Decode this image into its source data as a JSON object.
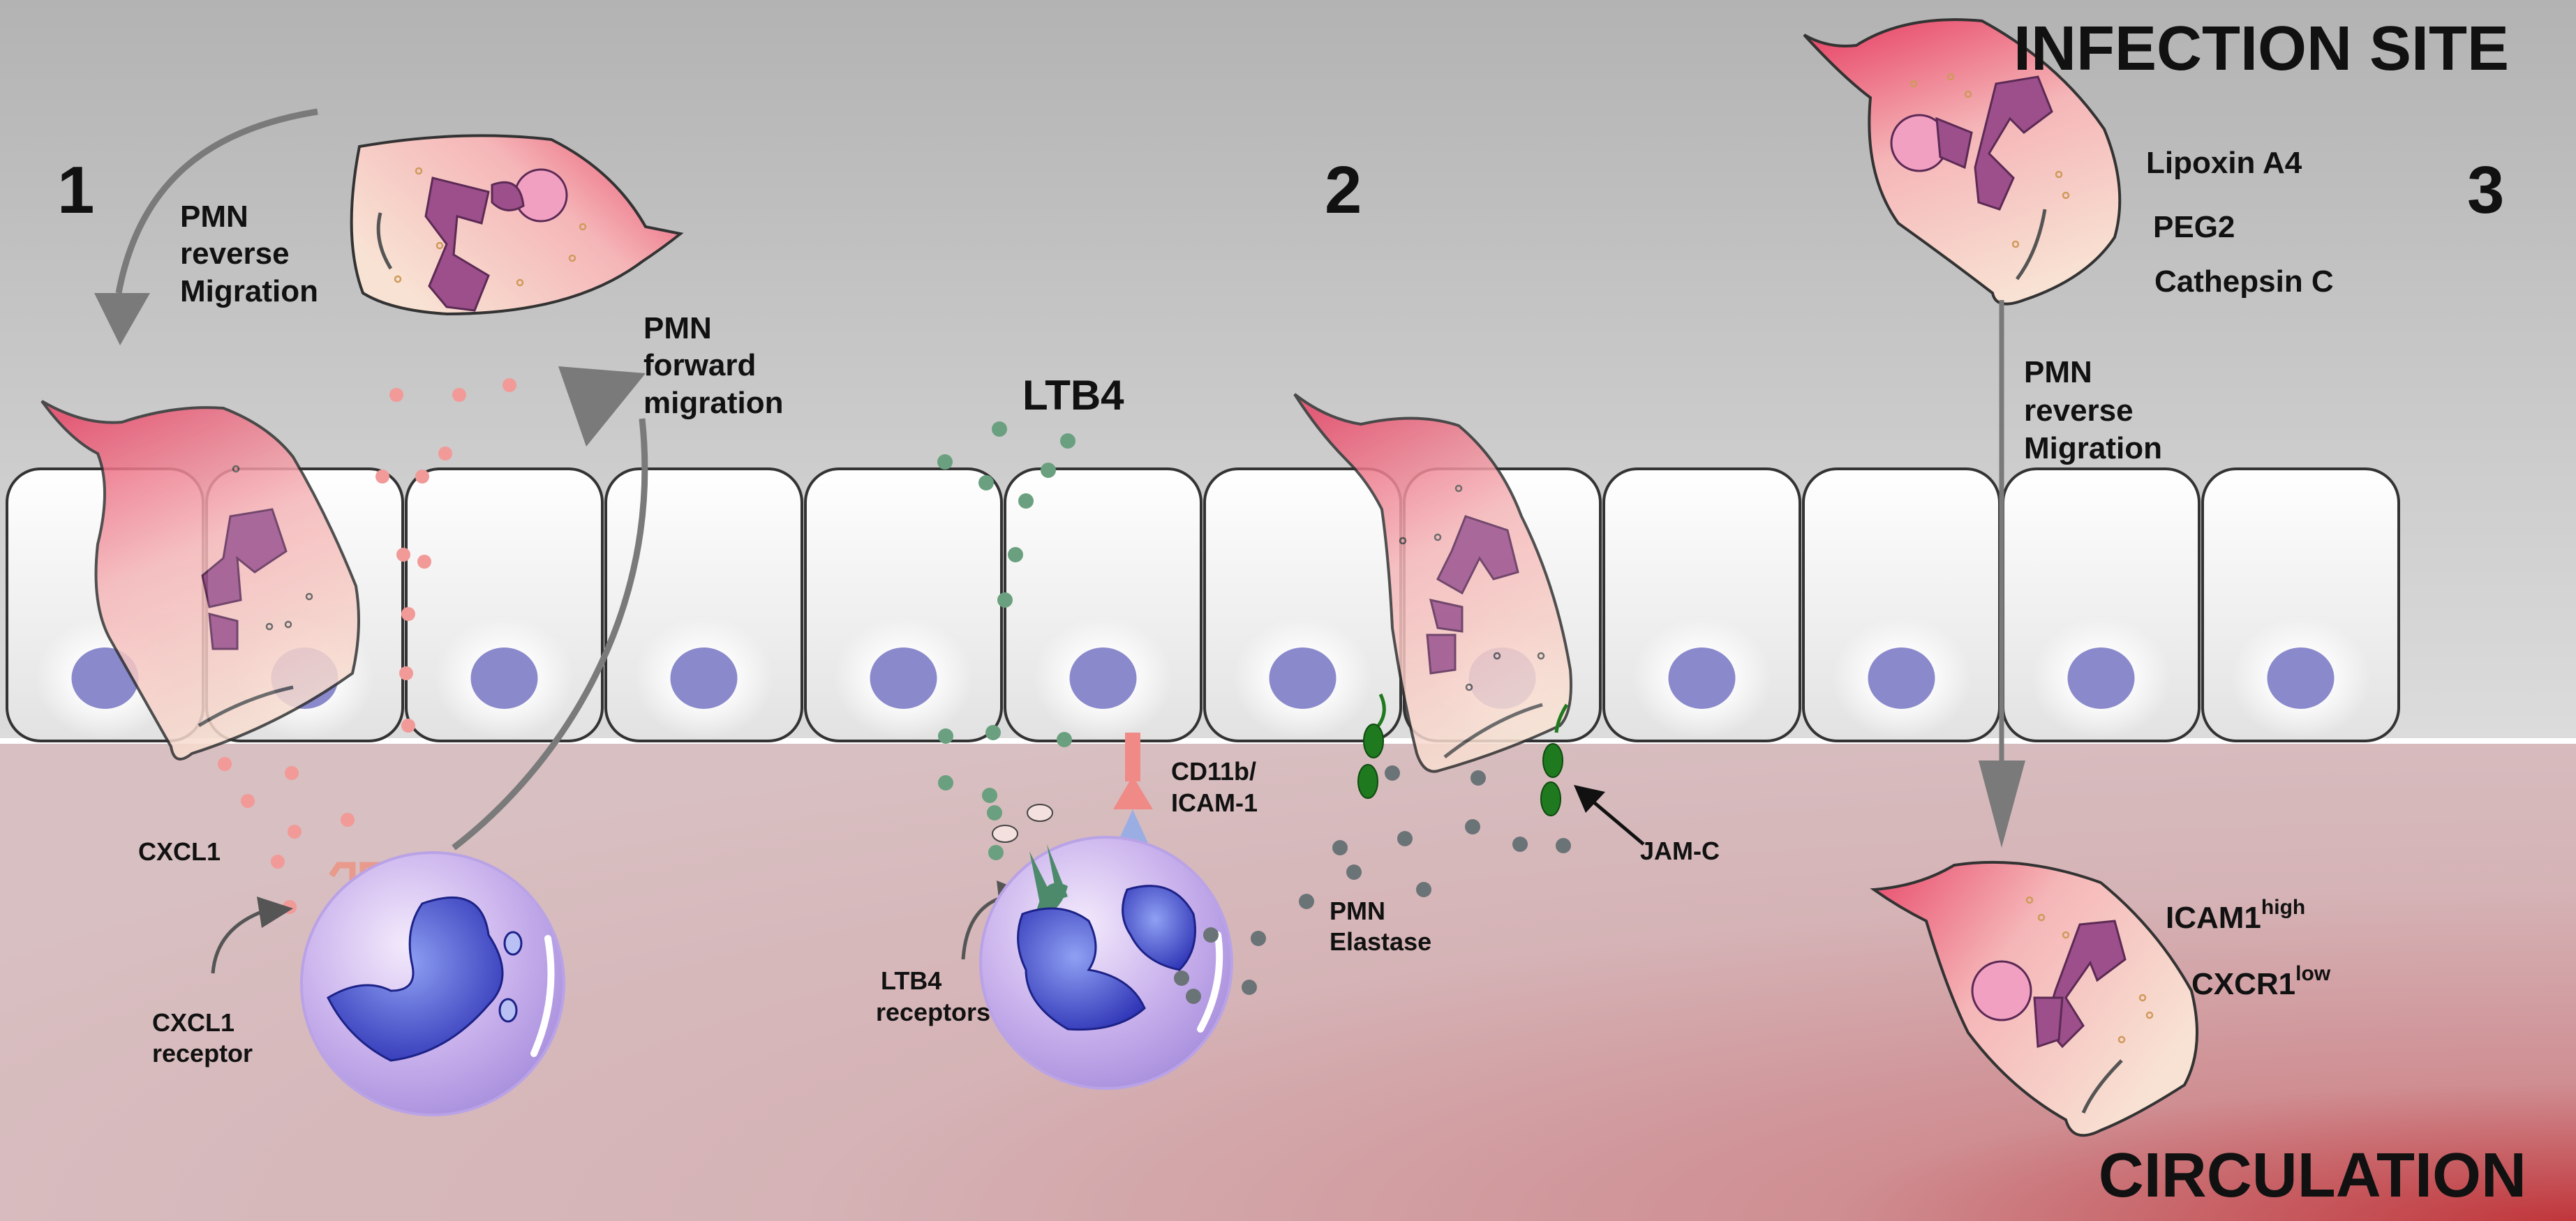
{
  "regions": {
    "top": "INFECTION SITE",
    "bottom": "CIRCULATION"
  },
  "steps": [
    "1",
    "2",
    "3"
  ],
  "labels": {
    "pmn_reverse_1": [
      "PMN",
      "reverse",
      "Migration"
    ],
    "pmn_forward": [
      "PMN",
      "forward",
      "migration"
    ],
    "ltb4": "LTB4",
    "cxcl1": "CXCL1",
    "cxcl1_receptor": [
      "CXCL1",
      "receptor"
    ],
    "ltb4_receptors": [
      "LTB4",
      "receptors"
    ],
    "cd11b": [
      "CD11b/",
      "ICAM-1"
    ],
    "pmn_elastase": [
      "PMN",
      "Elastase"
    ],
    "jamc": "JAM-C",
    "mediators": [
      "Lipoxin A4",
      "PEG2",
      "Cathepsin C"
    ],
    "pmn_reverse_3": [
      "PMN",
      "reverse",
      "Migration"
    ],
    "icam1": {
      "base": "ICAM1",
      "sup": "high"
    },
    "cxcr1": {
      "base": "CXCR1",
      "sup": "low"
    }
  },
  "colors": {
    "top_bg": "#c4c4c4",
    "bottom_bg": "#d7b9bb",
    "circulation_glow": "#c94a4e",
    "epithelial_cell": "#ececec",
    "nucleus": "#8a89cc",
    "pmn_pink": "#ea5b77",
    "pmn_peach": "#f7dccf",
    "pmn_nucleus": "#9c4f8a",
    "cxcl1_dot": "#f19a98",
    "ltb4_dot": "#6aa07f",
    "elastase_dot": "#6a7376",
    "jamc_green": "#1f7a1f",
    "arrow_gray": "#7a7a7a"
  }
}
